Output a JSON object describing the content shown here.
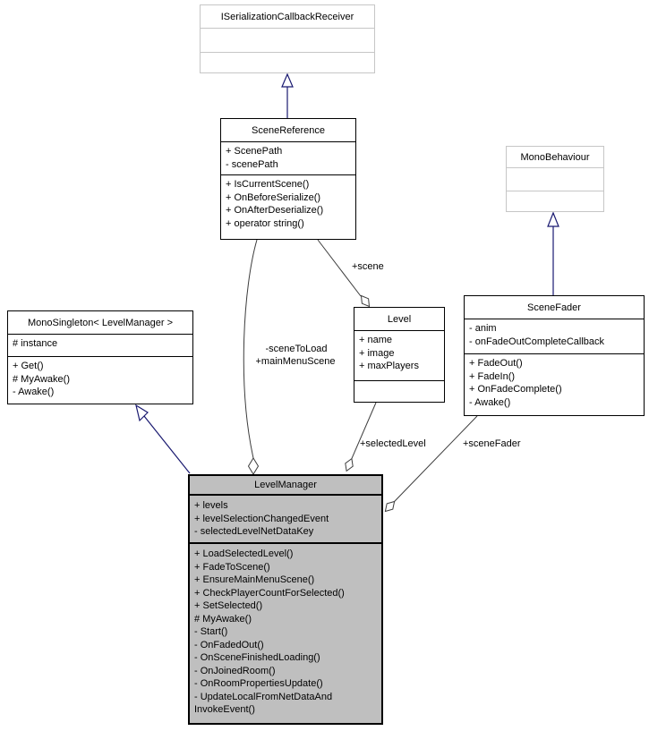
{
  "diagram": {
    "type": "uml-collaboration-diagram",
    "classes": {
      "iserialization": {
        "name": "ISerializationCallbackReceiver",
        "attributes": [],
        "methods": []
      },
      "scenereference": {
        "name": "SceneReference",
        "attributes": [
          "+ ScenePath",
          "- scenePath"
        ],
        "methods": [
          "+ IsCurrentScene()",
          "+ OnBeforeSerialize()",
          "+ OnAfterDeserialize()",
          "+ operator string()"
        ]
      },
      "monobehaviour": {
        "name": "MonoBehaviour",
        "attributes": [],
        "methods": []
      },
      "scenefader": {
        "name": "SceneFader",
        "attributes": [
          "- anim",
          "- onFadeOutCompleteCallback"
        ],
        "methods": [
          "+ FadeOut()",
          "+ FadeIn()",
          "+ OnFadeComplete()",
          "- Awake()"
        ]
      },
      "monosingleton": {
        "name": "MonoSingleton< LevelManager >",
        "attributes": [
          "# instance"
        ],
        "methods": [
          "+ Get()",
          "# MyAwake()",
          "- Awake()"
        ]
      },
      "level": {
        "name": "Level",
        "attributes": [
          "+ name",
          "+ image",
          "+ maxPlayers"
        ],
        "methods": []
      },
      "levelmanager": {
        "name": "LevelManager",
        "attributes": [
          "+ levels",
          "+ levelSelectionChangedEvent",
          "- selectedLevelNetDataKey"
        ],
        "methods": [
          "+ LoadSelectedLevel()",
          "+ FadeToScene()",
          "+ EnsureMainMenuScene()",
          "+ CheckPlayerCountForSelected()",
          "+ SetSelected()",
          "# MyAwake()",
          "- Start()",
          "- OnFadedOut()",
          "- OnSceneFinishedLoading()",
          "- OnJoinedRoom()",
          "- OnRoomPropertiesUpdate()",
          "- UpdateLocalFromNetDataAnd\nInvokeEvent()"
        ]
      }
    },
    "edges": {
      "scene": "+scene",
      "scene_to_load": "-sceneToLoad",
      "main_menu_scene": "+mainMenuScene",
      "selected_level": "+selectedLevel",
      "scene_fader": "+sceneFader"
    },
    "colors": {
      "inheritance": "#191970",
      "association": "#3c3c3c",
      "highlight_fill": "#bfbfbf",
      "external_border": "#c6c6c6",
      "box_border": "#000000",
      "text": "#000000"
    }
  }
}
